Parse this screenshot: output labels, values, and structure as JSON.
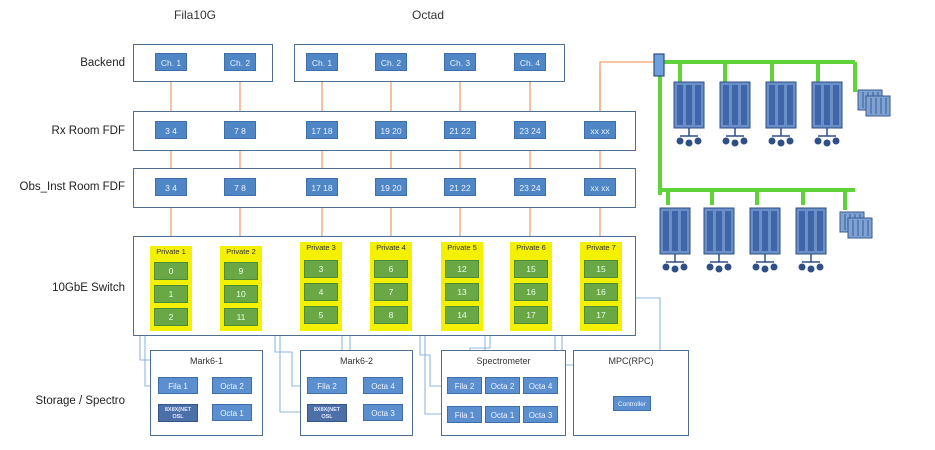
{
  "headers": {
    "fila": "Fila10G",
    "octad": "Octad"
  },
  "rows": {
    "backend": "Backend",
    "rx_fdf": "Rx Room  FDF",
    "obs_fdf": "Obs_Inst Room FDF",
    "switch": "10GbE Switch",
    "storage": "Storage / Spectro"
  },
  "backend": {
    "fila": [
      "Ch. 1",
      "Ch. 2"
    ],
    "octad": [
      "Ch. 1",
      "Ch. 2",
      "Ch. 3",
      "Ch. 4"
    ]
  },
  "rx_ports": [
    "3 4",
    "7 8",
    "17 18",
    "19 20",
    "21 22",
    "23 24",
    "xx xx"
  ],
  "obs_ports": [
    "3 4",
    "7 8",
    "17 18",
    "19 20",
    "21 22",
    "23 24",
    "xx xx"
  ],
  "privates": [
    {
      "label": "Private 1",
      "ports": [
        "0",
        "1",
        "2"
      ]
    },
    {
      "label": "Private 2",
      "ports": [
        "9",
        "10",
        "11"
      ]
    },
    {
      "label": "Private 3",
      "ports": [
        "3",
        "4",
        "5"
      ]
    },
    {
      "label": "Private 4",
      "ports": [
        "6",
        "7",
        "8"
      ]
    },
    {
      "label": "Private 5",
      "ports": [
        "12",
        "13",
        "14"
      ]
    },
    {
      "label": "Private 6",
      "ports": [
        "15",
        "16",
        "17"
      ]
    },
    {
      "label": "Private 7",
      "ports": [
        "15",
        "16",
        "17"
      ]
    }
  ],
  "mark6_1": {
    "title": "Mark6-1",
    "chips": [
      "Fila 1",
      "Octa 2",
      "Octa 1"
    ],
    "disk": "8X8X(NET\nOSL"
  },
  "mark6_2": {
    "title": "Mark6-2",
    "chips": [
      "Fila 2",
      "Octa 4",
      "Octa 3"
    ],
    "disk": "8X8X(NET\nOSL"
  },
  "spectrometer": {
    "title": "Spectrometer",
    "chips": [
      "Fila 2",
      "Octa 2",
      "Octa 4",
      "Fila 1",
      "Octa 1",
      "Octa 3"
    ]
  },
  "mpc": {
    "title": "MPC(RPC)",
    "chip": "Controller"
  },
  "colors": {
    "chip": "#4f86c6",
    "port": "#6aa845",
    "private": "#f3f000",
    "network": "#5fd33a",
    "link": "#f0a070",
    "cable": "#8fb8e0"
  }
}
